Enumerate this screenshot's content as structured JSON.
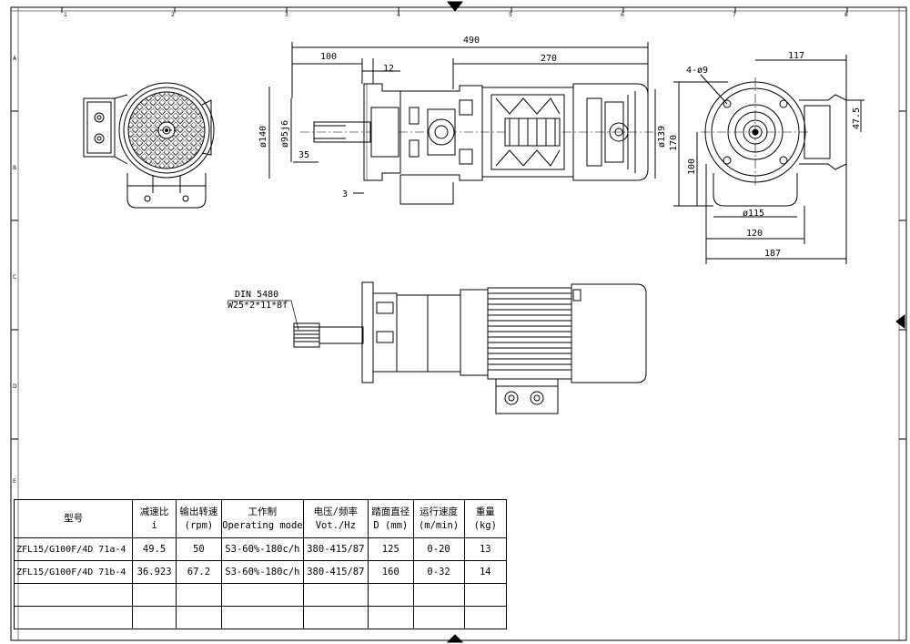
{
  "dimensions": {
    "total_length": "490",
    "flange_offset": "100",
    "flange_thickness": "12",
    "motor_length": "270",
    "diameter_140": "ø140",
    "diameter_95": "ø95j6",
    "shaft_length": "35",
    "spigot": "3",
    "motor_diameter": "ø139",
    "width_117": "117",
    "holes": "4-ø9",
    "height_47_5": "47.5",
    "height_170": "170",
    "height_100": "100",
    "base_diameter": "ø115",
    "base_width": "120",
    "overall_width": "187"
  },
  "spline_note": {
    "line1": "DIN 5480",
    "line2": "W25*2*11*8f"
  },
  "grid_labels": {
    "top": [
      "1",
      "2",
      "3",
      "4",
      "5",
      "6",
      "7",
      "8"
    ],
    "side": [
      "A",
      "B",
      "C",
      "D",
      "E"
    ]
  },
  "table": {
    "headers": [
      {
        "line1": "型号",
        "line2": ""
      },
      {
        "line1": "减速比",
        "line2": "i"
      },
      {
        "line1": "输出转速",
        "line2": "(rpm)"
      },
      {
        "line1": "工作制",
        "line2": "Operating mode"
      },
      {
        "line1": "电压/频率",
        "line2": "Vot./Hz"
      },
      {
        "line1": "踏面直径",
        "line2": "D (mm)"
      },
      {
        "line1": "运行速度",
        "line2": "(m/min)"
      },
      {
        "line1": "重量",
        "line2": "(kg)"
      }
    ],
    "rows": [
      [
        "ZFL15/G100F/4D 71a-4",
        "49.5",
        "50",
        "S3-60%-180c/h",
        "380-415/87",
        "125",
        "0-20",
        "13"
      ],
      [
        "ZFL15/G100F/4D 71b-4",
        "36.923",
        "67.2",
        "S3-60%-180c/h",
        "380-415/87",
        "160",
        "0-32",
        "14"
      ]
    ]
  }
}
